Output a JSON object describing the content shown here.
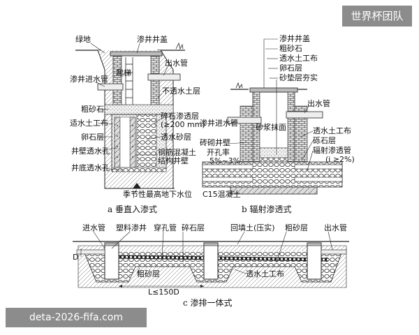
{
  "watermark_top": "世界杯团队",
  "watermark_bottom": "deta-2026-fifa.com",
  "panel_a": {
    "caption": "a  垂直入渗式",
    "labels": [
      "绿地",
      "渗井井盖",
      "爬梯",
      "出水管",
      "渗井进水管",
      "不透水土层",
      "粗砂石",
      "碎石渗透层",
      "(≥200 mm)",
      "适水土工布",
      "透水砂层",
      "卵石层",
      "钢筋混凝土",
      "结构井壁",
      "井壁透水孔",
      "井底透水孔",
      "季节性最高地下水位"
    ]
  },
  "panel_b": {
    "caption": "b  辐射渗透式",
    "labels": [
      "渗井井盖",
      "粗砂石",
      "透水土工布",
      "卵石层",
      "砂垫层夯实",
      "出水管",
      "渗井进水管",
      "砂浆抹面",
      "透水土工布",
      "砾石层",
      "辐射渗透管",
      "(i ≥2%)",
      "砖砌井壁",
      "开孔率",
      "5%~3%",
      "C15混凝土"
    ]
  },
  "panel_c": {
    "caption": "c  渗排一体式",
    "labels": [
      "进水管",
      "塑料渗井",
      "穿孔管",
      "碎石层",
      "回填土(压实)",
      "粗砂层",
      "出水管",
      "D",
      "粗砂层",
      "透水土工布",
      "L≤150D"
    ]
  }
}
